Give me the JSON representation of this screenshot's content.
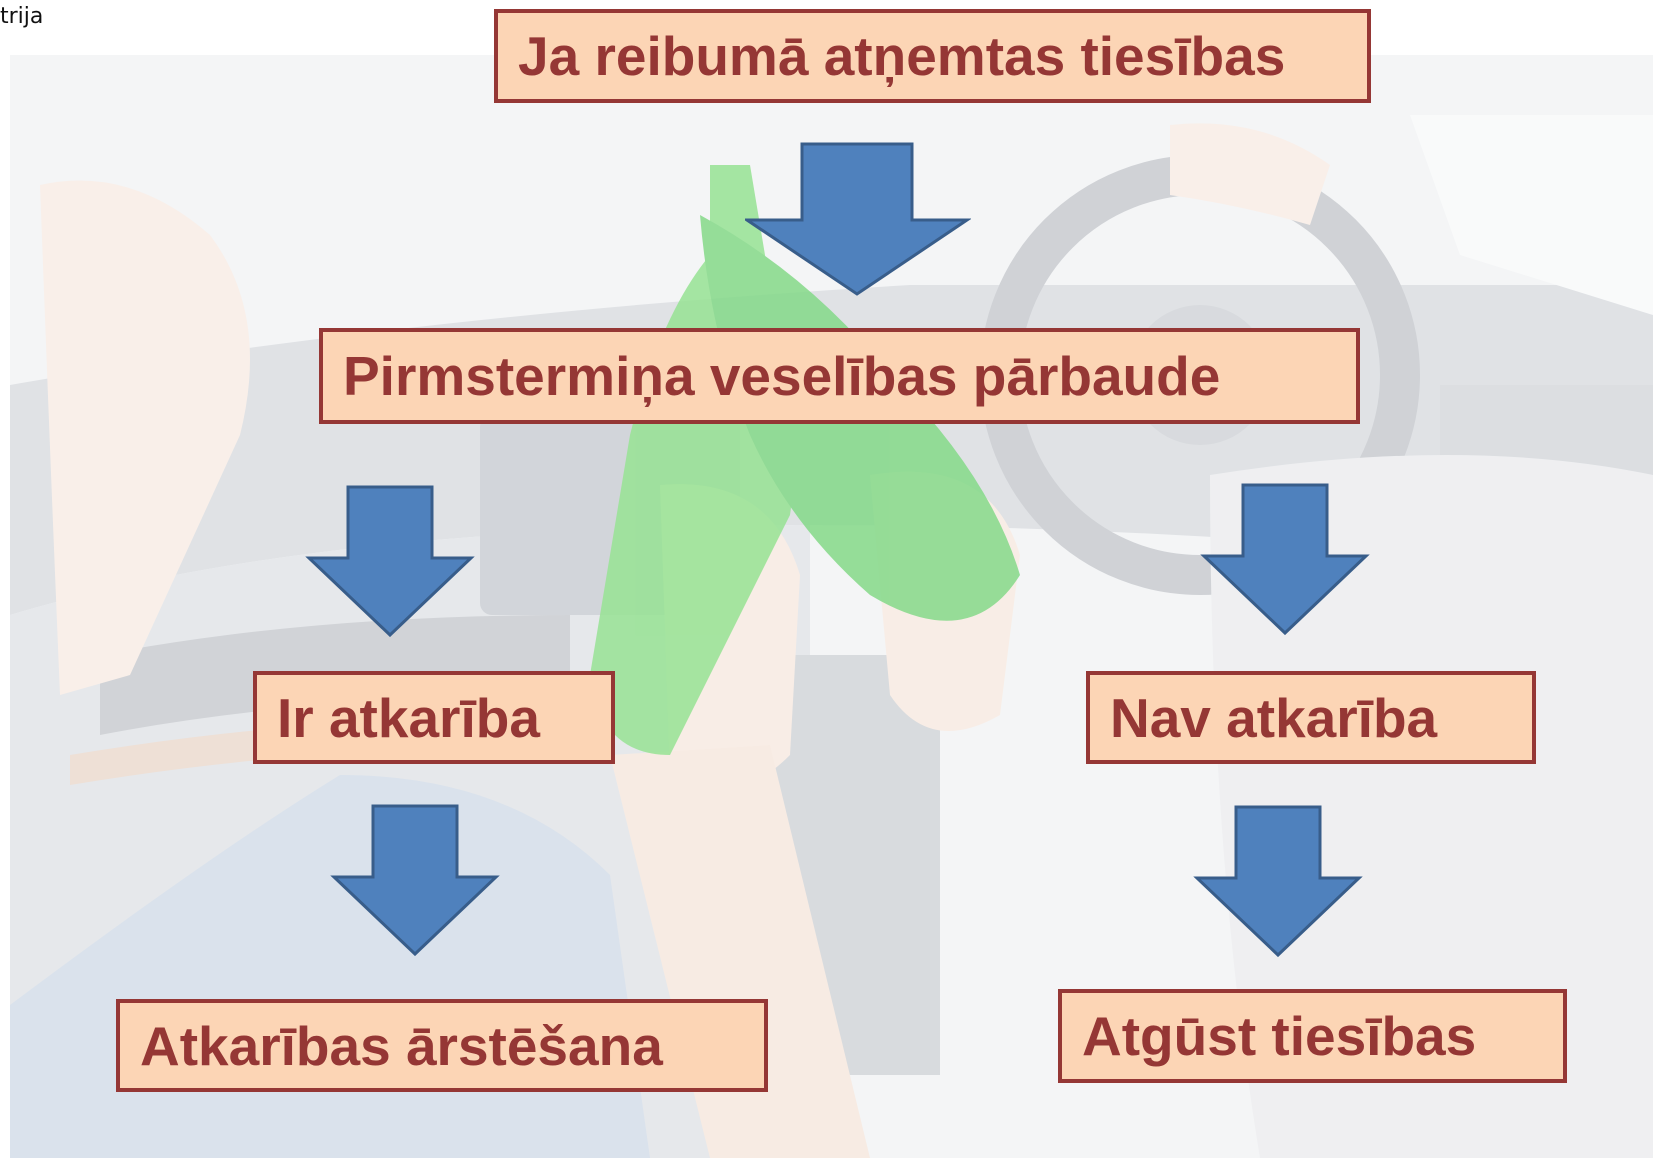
{
  "corner_label": "trija",
  "diagram": {
    "root": "Ja reibumā atņemtas tiesības",
    "check": "Pirmstermiņa veselības pārbaude",
    "branch_left": "Ir atkarība",
    "branch_right": "Nav atkarība",
    "outcome_left": "Atkarības ārstēšana",
    "outcome_right": "Atgūst tiesības"
  },
  "colors": {
    "box_fill": "#fcd5b5",
    "box_border": "#953735",
    "box_text": "#953735",
    "arrow_fill": "#4f81bd",
    "arrow_stroke": "#385d8a"
  },
  "icons": {
    "arrow": "down-arrow-icon",
    "background": "drunk-driving-photo"
  }
}
